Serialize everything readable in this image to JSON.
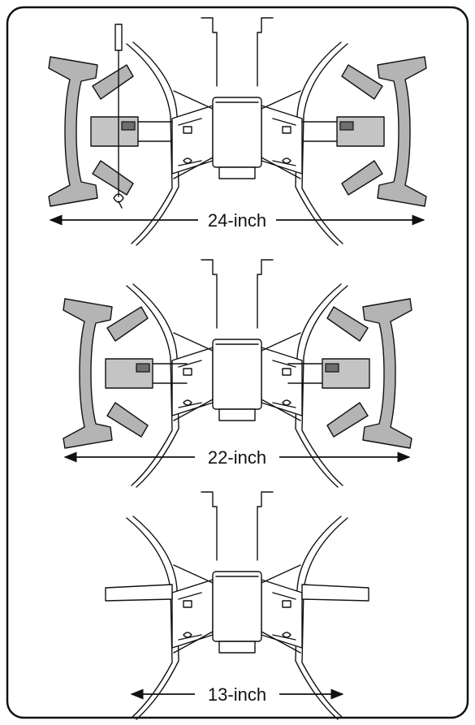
{
  "colors": {
    "line": "#111111",
    "tine_fill": "#b4b4b4",
    "shaft_fill": "#c4c4c4",
    "background": "#ffffff"
  },
  "configurations": [
    {
      "label": "24-inch",
      "outer_tines": true
    },
    {
      "label": "22-inch",
      "outer_tines": true
    },
    {
      "label": "13-inch",
      "outer_tines": false
    }
  ]
}
